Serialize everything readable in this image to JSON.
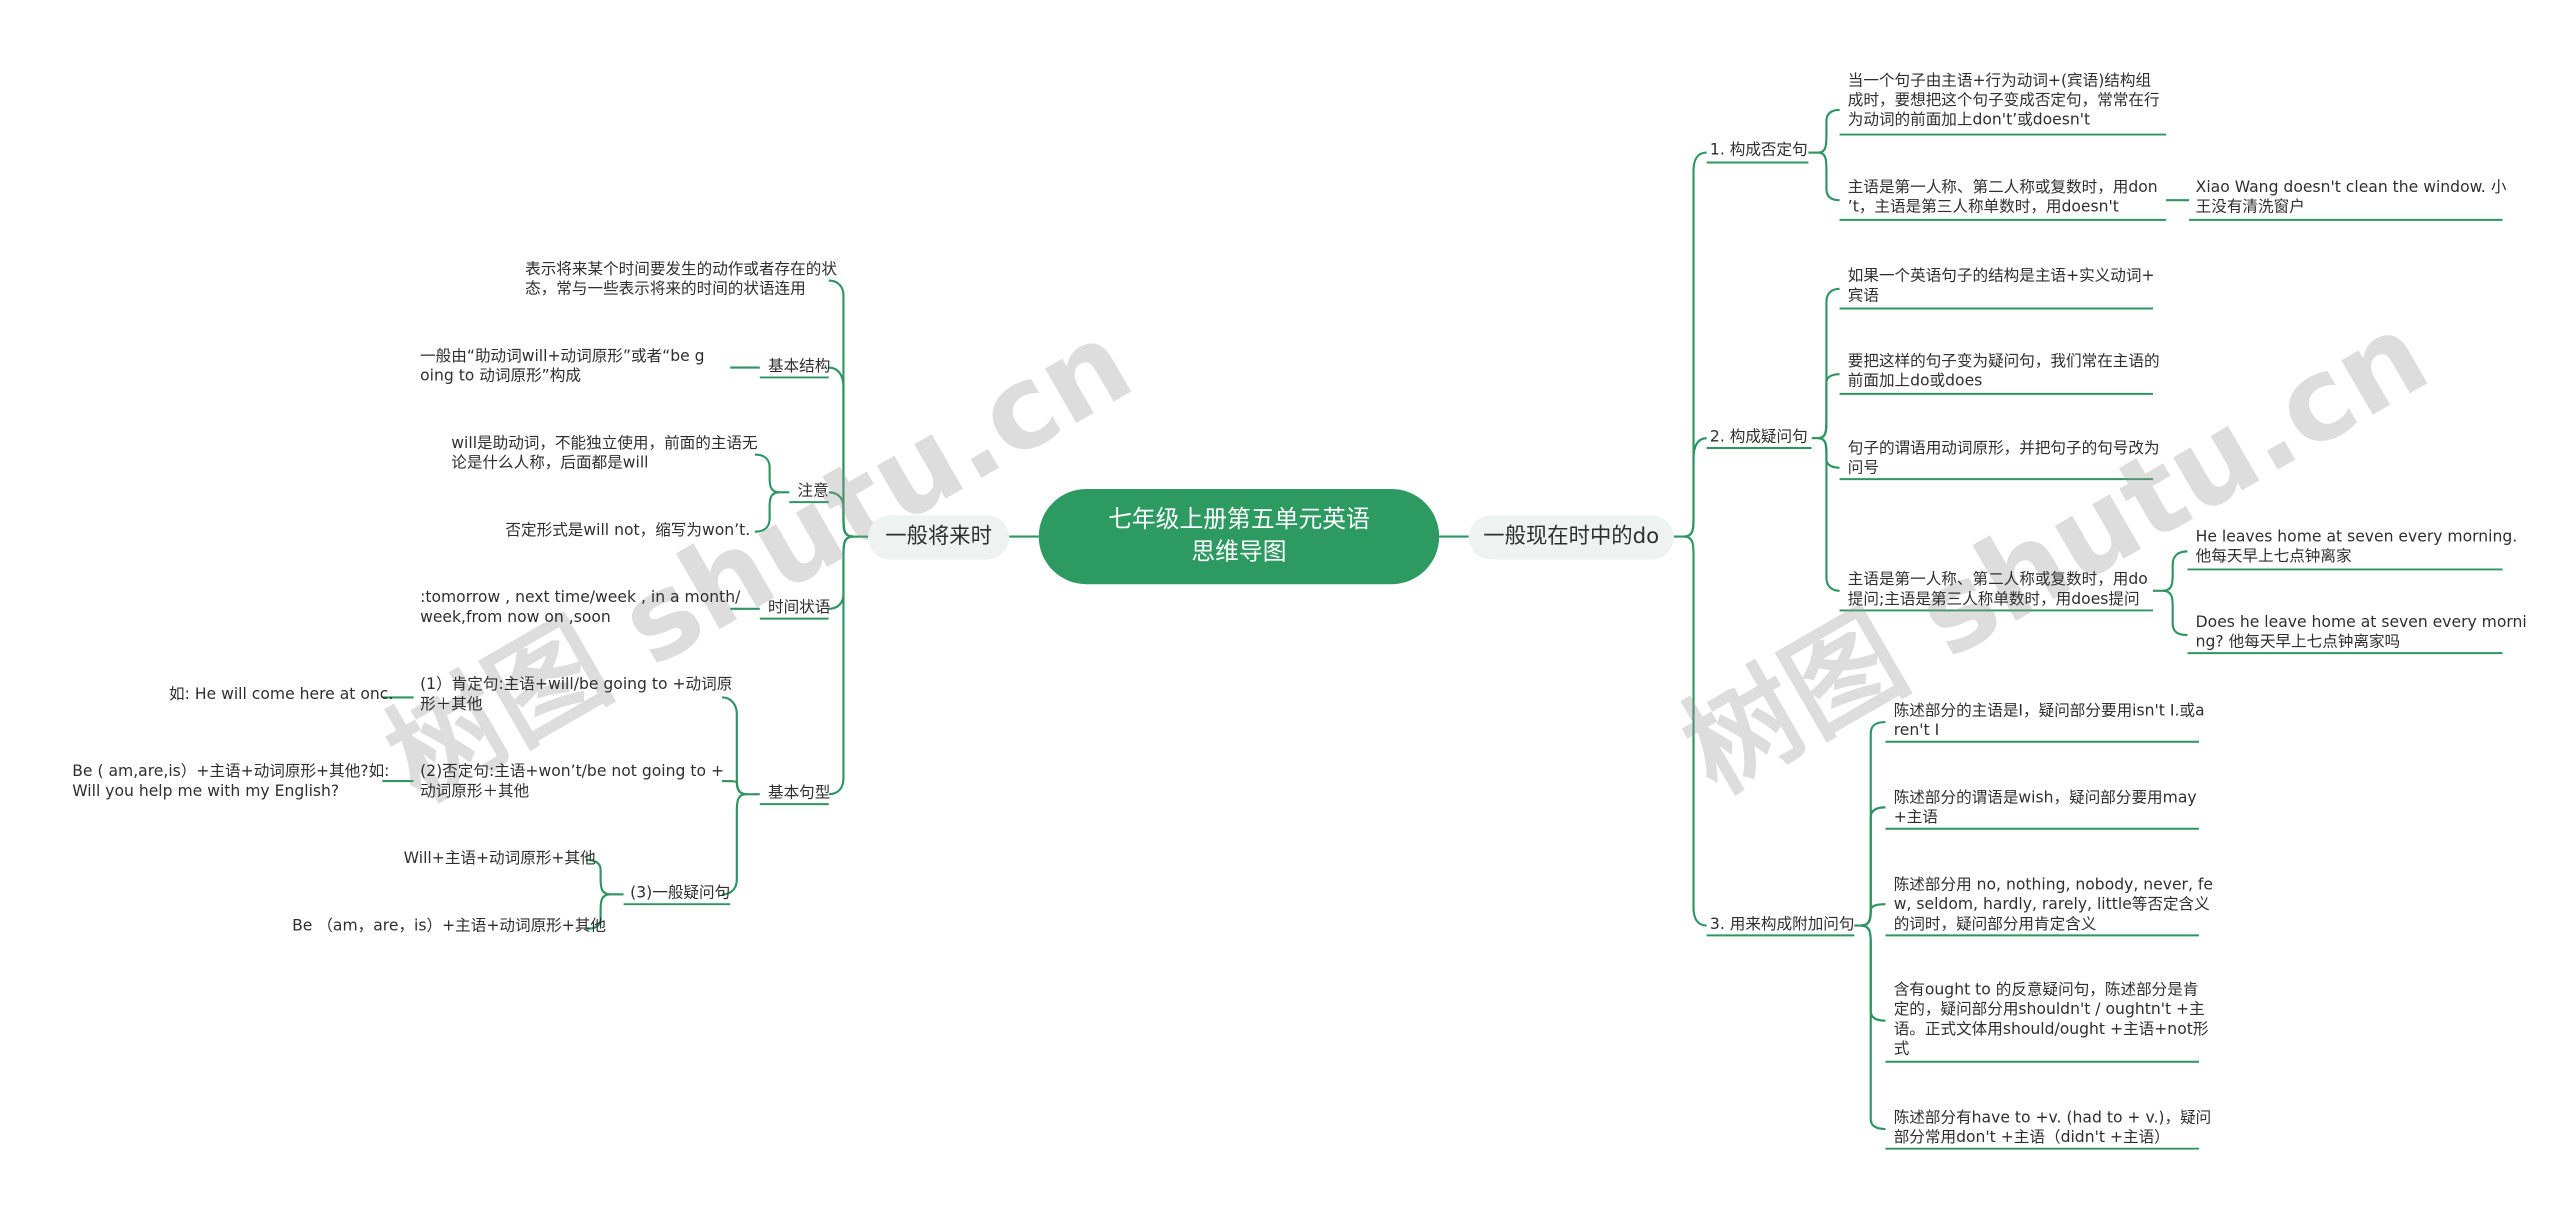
{
  "root": {
    "title": "七年级上册第五单元英语\n思维导图"
  },
  "right_branch": {
    "label": "一般现在时中的do",
    "groups": [
      {
        "label": "1. 构成否定句",
        "items": [
          "当一个句子由主语+行为动词+(宾语)结构组\n成时，要想把这个句子变成否定句，常常在行\n为动词的前面加上don't’或doesn't",
          "主语是第一人称、第二人称或复数时，用don\n’t，主语是第三人称单数时，用doesn't"
        ],
        "example": "Xiao Wang doesn't clean the window. 小\n王没有清洗窗户"
      },
      {
        "label": "2. 构成疑问句",
        "items": [
          "如果一个英语句子的结构是主语+实义动词+\n宾语",
          "要把这样的句子变为疑问句，我们常在主语的\n前面加上do或does",
          "句子的谓语用动词原形，并把句子的句号改为\n问号",
          "主语是第一人称、第二人称或复数时，用do\n提问;主语是第三人称单数时，用does提问"
        ],
        "examples": [
          "He leaves home at seven every morning.\n他每天早上七点钟离家",
          "Does he leave home at seven every morni\nng? 他每天早上七点钟离家吗"
        ]
      },
      {
        "label": "3. 用来构成附加问句",
        "items": [
          "陈述部分的主语是I，疑问部分要用isn't I.或a\nren't I",
          "陈述部分的谓语是wish，疑问部分要用may\n+主语",
          "陈述部分用 no, nothing, nobody, never, fe\nw, seldom, hardly, rarely, little等否定含义\n的词时，疑问部分用肯定含义",
          "含有ought to 的反意疑问句，陈述部分是肯\n定的，疑问部分用shouldn't / oughtn't +主\n语。正式文体用should/ought +主语+not形\n式",
          "陈述部分有have to +v. (had to + v.)，疑问\n部分常用don't +主语（didn't +主语）"
        ]
      }
    ]
  },
  "left_branch": {
    "label": "一般将来时",
    "definition": "表示将来某个时间要发生的动作或者存在的状\n态，常与一些表示将来的时间的状语连用",
    "basic_structure": {
      "label": "基本结构",
      "item": "一般由“助动词will+动词原形”或者“be g\noing to 动词原形”构成"
    },
    "note": {
      "label": "注意",
      "items": [
        "will是助动词，不能独立使用，前面的主语无\n论是什么人称，后面都是will",
        "否定形式是will not，缩写为won’t."
      ]
    },
    "time_adverbials": {
      "label": "时间状语",
      "item": ":tomorrow , next time/week , in a month/\nweek,from now on ,soon"
    },
    "basic_sentences": {
      "label": "基本句型",
      "affirmative": "(1）肯定句:主语+will/be going to +动词原\n形＋其他",
      "affirmative_example": "如: He will come here at onc.",
      "negative": "(2)否定句:主语+won’t/be not going to +\n动词原形＋其他",
      "negative_example": "Be ( am,are,is）+主语+动词原形+其他?如:\nWill you help me with my English?",
      "question": {
        "label": "(3)一般疑问句",
        "items": [
          "Will+主语+动词原形+其他",
          "Be （am，are，is）+主语+动词原形+其他"
        ]
      }
    }
  },
  "watermarks": [
    "树图 shutu.cn",
    "树图 shutu.cn"
  ],
  "colors": {
    "accent": "#2c9a61",
    "line": "#2e9460",
    "branch_bg": "#eef3f1",
    "text": "#2f2f2f"
  }
}
